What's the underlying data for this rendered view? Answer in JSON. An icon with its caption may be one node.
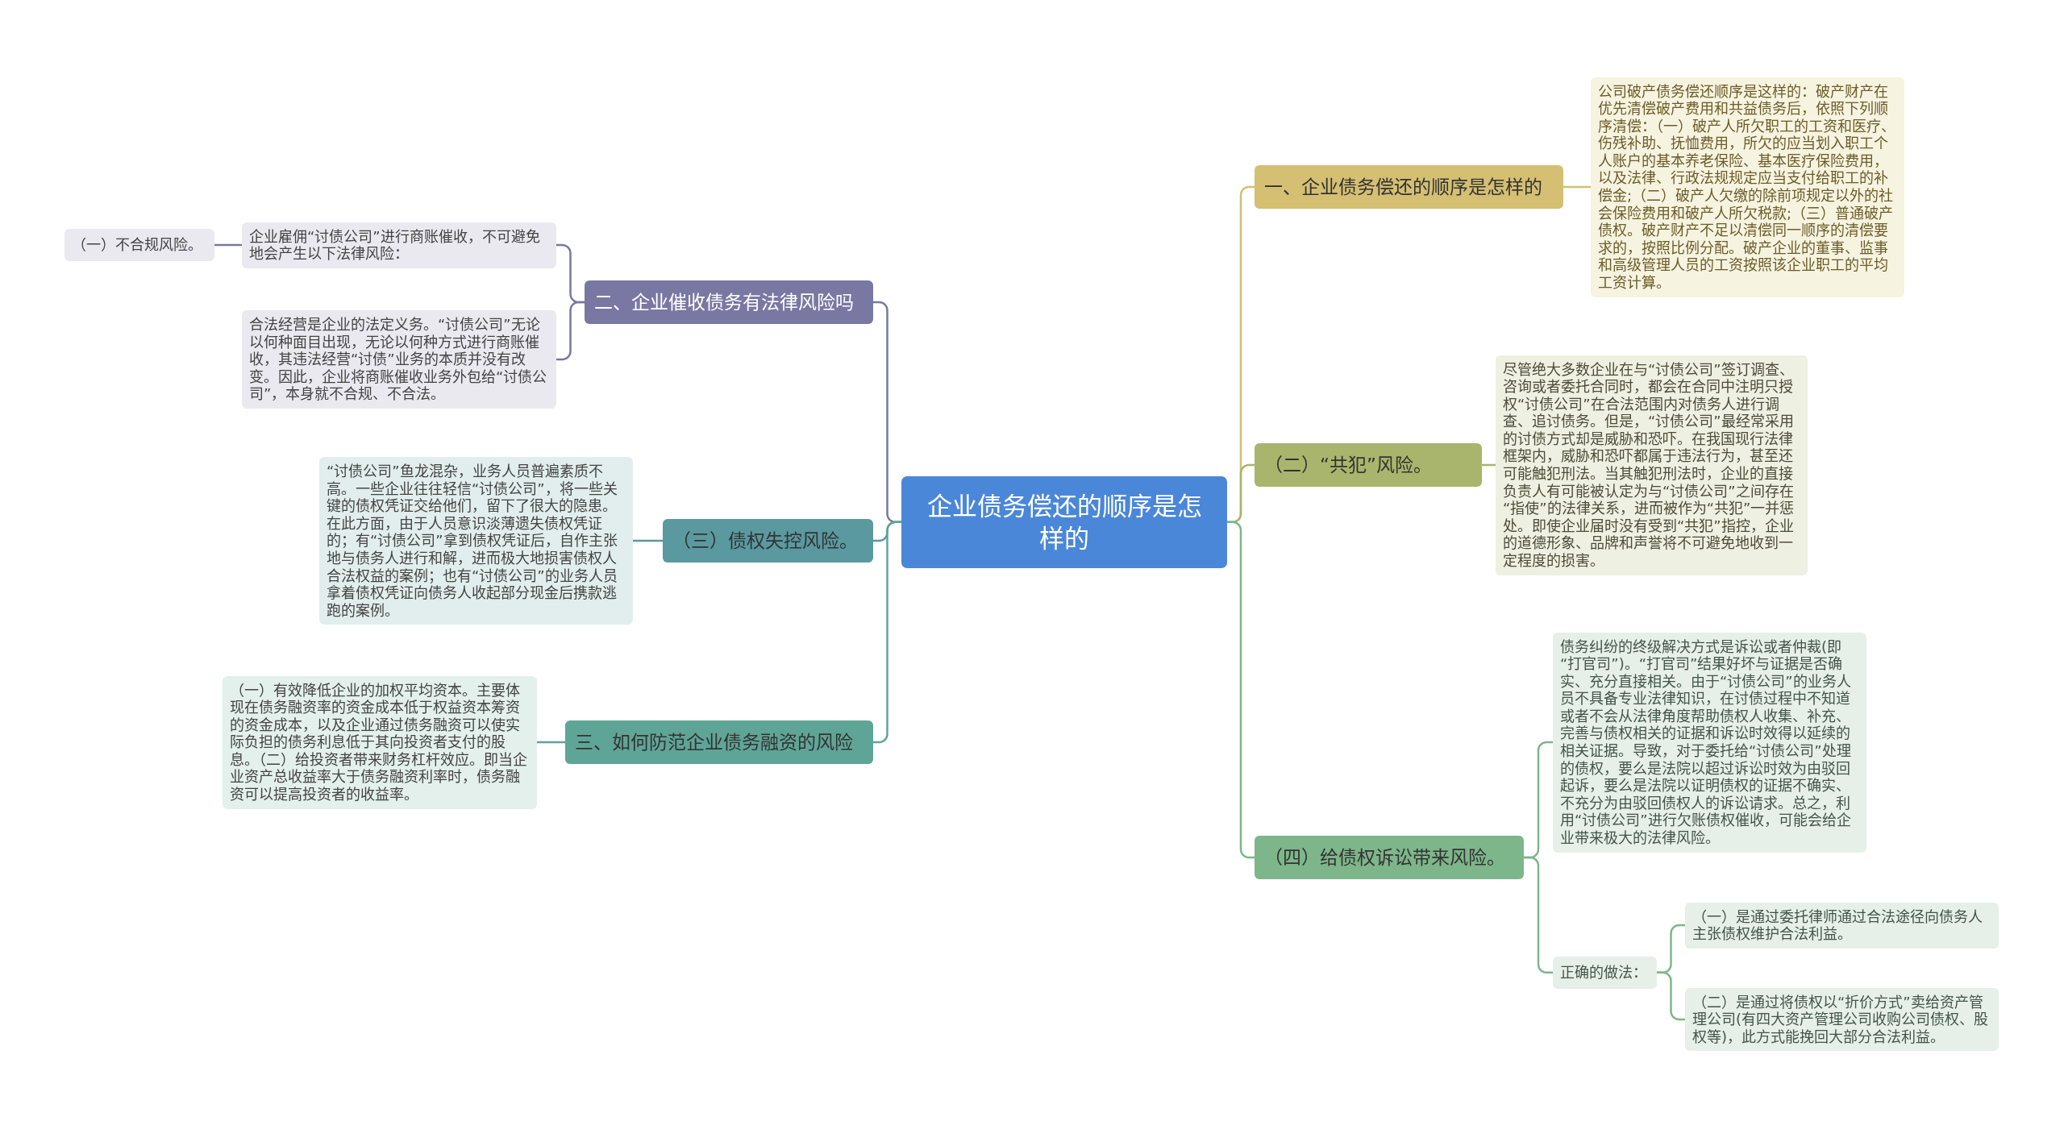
{
  "diagram": {
    "nodes": [
      {
        "text": [
          "企业债务偿还的顺序是怎样的"
        ]
      },
      {
        "text": [
          "一、企业债务偿还的顺序是怎样的"
        ]
      },
      {
        "text": [
          "公司破产债务偿还顺序是这样的：破产财产在优先清偿破产费用和共益债务后，依照下列顺序清偿：（一）破产人所欠职工的工资和医疗、伤残补助、抚恤费用，所欠的应当划入职工个人账户的基本养老保险、基本医疗保险费用，以及法律、行政法规规定应当支付给职工的补偿金;（二）破产人欠缴的除前项规定以外的社会保险费用和破产人所欠税款;（三）普通破产债权。破产财产不足以清偿同一顺序的清偿要求的，按照比例分配。破产企业的董事、监事和高级管理人员的工资按照该企业职工的平均工资计算。"
        ]
      },
      {
        "text": [
          "（二）“共犯”风险。"
        ]
      },
      {
        "text": [
          "尽管绝大多数企业在与“讨债公司”签订调查、咨询或者委托合同时，都会在合同中注明只授权“讨债公司”在合法范围内对债务人进行调查、追讨债务。但是，“讨债公司”最经常采用的讨债方式却是威胁和恐吓。在我国现行法律框架内，威胁和恐吓都属于违法行为，甚至还可能触犯刑法。当其触犯刑法时，企业的直接负责人有可能被认定为与“讨债公司”之间存在“指使”的法律关系，进而被作为“共犯”一并惩处。即使企业届时没有受到“共犯”指控，企业的道德形象、品牌和声誉将不可避免地收到一定程度的损害。"
        ]
      },
      {
        "text": [
          "（四）给债权诉讼带来风险。"
        ]
      },
      {
        "text": [
          "债务纠纷的终级解决方式是诉讼或者仲裁(即“打官司”)。“打官司”结果好坏与证据是否确实、充分直接相关。由于“讨债公司”的业务人员不具备专业法律知识，在讨债过程中不知道或者不会从法律角度帮助债权人收集、补充、完善与债权相关的证据和诉讼时效得以延续的相关证据。导致，对于委托给“讨债公司”处理的债权，要么是法院以超过诉讼时效为由驳回起诉，要么是法院以证明债权的证据不确实、不充分为由驳回债权人的诉讼请求。总之，利用“讨债公司”进行欠账债权催收，可能会给企业带来极大的法律风险。"
        ]
      },
      {
        "text": [
          "正确的做法："
        ]
      },
      {
        "text": [
          "（一）是通过委托律师通过合法途径向债务人主张债权维护合法利益。"
        ]
      },
      {
        "text": [
          "（二）是通过将债权以“折价方式”卖给资产管理公司(有四大资产管理公司收购公司债权、股权等)，此方式能挽回大部分合法利益。"
        ]
      },
      {
        "text": [
          "二、企业催收债务有法律风险吗"
        ]
      },
      {
        "text": [
          "企业雇佣“讨债公司”进行商账催收，不可避免地会产生以下法律风险："
        ]
      },
      {
        "text": [
          "（一）不合规风险。"
        ]
      },
      {
        "text": [
          "合法经营是企业的法定义务。“讨债公司”无论以何种面目出现，无论以何种方式进行商账催收，其违法经营“讨债”业务的本质并没有改变。因此，企业将商账催收业务外包给“讨债公司”，本身就不合规、不合法。"
        ]
      },
      {
        "text": [
          "（三）债权失控风险。"
        ]
      },
      {
        "text": [
          "“讨债公司”鱼龙混杂，业务人员普遍素质不高。一些企业往往轻信“讨债公司”，将一些关键的债权凭证交给他们，留下了很大的隐患。在此方面，由于人员意识淡薄遗失债权凭证的；有“讨债公司”拿到债权凭证后，自作主张地与债务人进行和解，进而极大地损害债权人合法权益的案例；也有“讨债公司”的业务人员拿着债权凭证向债务人收起部分现金后携款逃跑的案例。"
        ]
      },
      {
        "text": [
          "三、如何防范企业债务融资的风险"
        ]
      },
      {
        "text": [
          "（一）有效降低企业的加权平均资本。主要体现在债务融资率的资金成本低于权益资本筹资的资金成本，以及企业通过债务融资可以使实际负担的债务利息低于其向投资者支付的股息。（二）给投资者带来财务杠杆效应。即当企业资产总收益率大于债务融资利率时，债务融资可以提高投资者的收益率。"
        ]
      }
    ],
    "edges": [
      {
        "from": 0,
        "to": 1,
        "arrow": "none",
        "color": "#d4bf72"
      },
      {
        "from": 1,
        "to": 2,
        "arrow": "none",
        "color": "#d4bf72"
      },
      {
        "from": 0,
        "to": 3,
        "arrow": "none",
        "color": "#a9b56c"
      },
      {
        "from": 3,
        "to": 4,
        "arrow": "none",
        "color": "#a9b56c"
      },
      {
        "from": 0,
        "to": 5,
        "arrow": "none",
        "color": "#7db68a"
      },
      {
        "from": 5,
        "to": 6,
        "arrow": "none",
        "color": "#7db68a"
      },
      {
        "from": 5,
        "to": 7,
        "arrow": "none",
        "color": "#7db68a"
      },
      {
        "from": 7,
        "to": 8,
        "arrow": "none",
        "color": "#7db68a"
      },
      {
        "from": 7,
        "to": 9,
        "arrow": "none",
        "color": "#7db68a"
      },
      {
        "from": 0,
        "to": 10,
        "arrow": "none",
        "color": "#7878a2"
      },
      {
        "from": 10,
        "to": 11,
        "arrow": "none",
        "color": "#7878a2"
      },
      {
        "from": 11,
        "to": 12,
        "arrow": "none",
        "color": "#7878a2"
      },
      {
        "from": 10,
        "to": 13,
        "arrow": "none",
        "color": "#7878a2"
      },
      {
        "from": 0,
        "to": 14,
        "arrow": "none",
        "color": "#5a99a0"
      },
      {
        "from": 14,
        "to": 15,
        "arrow": "none",
        "color": "#5a99a0"
      },
      {
        "from": 0,
        "to": 16,
        "arrow": "none",
        "color": "#5fa597"
      },
      {
        "from": 16,
        "to": 17,
        "arrow": "none",
        "color": "#5fa597"
      }
    ]
  }
}
